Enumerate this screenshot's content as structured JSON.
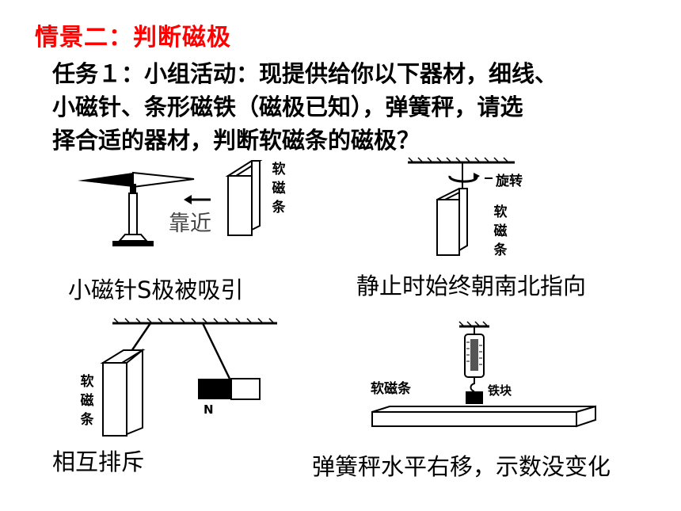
{
  "title": "情景二：判断磁极",
  "task": {
    "line1": "任务１：小组活动：现提供给你以下器材，细线、",
    "line2": "小磁针、条形磁铁（磁极已知），弹簧秤，请选",
    "line3": "择合适的器材，判断软磁条的磁极？"
  },
  "fig1": {
    "near_label": "靠近",
    "strip_label": "软磁条",
    "caption": "小磁针S极被吸引"
  },
  "fig2": {
    "rotate_label": "旋转",
    "strip_label": "软磁条",
    "caption": "静止时始终朝南北指向"
  },
  "fig3": {
    "strip_label": "软磁条",
    "magnet_pole": "N",
    "caption": "相互排斥"
  },
  "fig4": {
    "strip_label": "软磁条",
    "iron_label": "铁块",
    "caption": "弹簧秤水平右移，示数没变化"
  }
}
